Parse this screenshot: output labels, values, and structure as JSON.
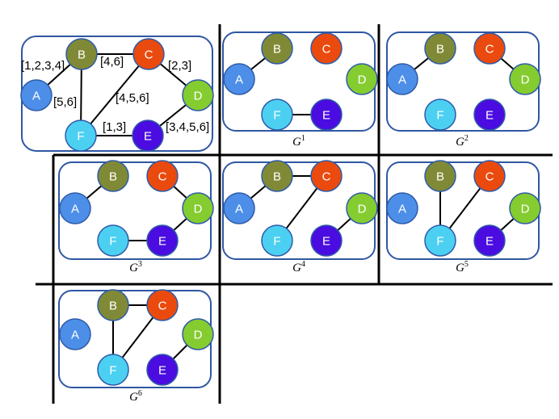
{
  "colors": {
    "A": "#4d8fe8",
    "B": "#808a36",
    "C": "#ea4a0d",
    "D": "#84cc2f",
    "E": "#4a0ce0",
    "F": "#4cd0f2",
    "panel_border": "#2f57a3",
    "node_border": "#2f5ba8",
    "edge": "#000000",
    "divider": "#000000"
  },
  "nodes": [
    {
      "id": "A",
      "label": "A"
    },
    {
      "id": "B",
      "label": "B"
    },
    {
      "id": "C",
      "label": "C"
    },
    {
      "id": "D",
      "label": "D"
    },
    {
      "id": "E",
      "label": "E"
    },
    {
      "id": "F",
      "label": "F"
    }
  ],
  "main_graph": {
    "edges": [
      {
        "from": "A",
        "to": "B",
        "label": "[1,2,3,4]"
      },
      {
        "from": "B",
        "to": "C",
        "label": "[4,6]"
      },
      {
        "from": "C",
        "to": "D",
        "label": "[2,3]"
      },
      {
        "from": "B",
        "to": "F",
        "label": "[5,6]"
      },
      {
        "from": "C",
        "to": "F",
        "label": "[4,5,6]"
      },
      {
        "from": "F",
        "to": "E",
        "label": "[1,3]"
      },
      {
        "from": "D",
        "to": "E",
        "label": "[3,4,5,6]"
      }
    ]
  },
  "snapshots": [
    {
      "id": "g1",
      "caption_base": "G",
      "caption_sup": "1",
      "edges": [
        [
          "A",
          "B"
        ],
        [
          "F",
          "E"
        ]
      ]
    },
    {
      "id": "g2",
      "caption_base": "G",
      "caption_sup": "2",
      "edges": [
        [
          "A",
          "B"
        ],
        [
          "C",
          "D"
        ]
      ]
    },
    {
      "id": "g3",
      "caption_base": "G",
      "caption_sup": "3",
      "edges": [
        [
          "A",
          "B"
        ],
        [
          "C",
          "D"
        ],
        [
          "F",
          "E"
        ],
        [
          "D",
          "E"
        ]
      ]
    },
    {
      "id": "g4",
      "caption_base": "G",
      "caption_sup": "4",
      "edges": [
        [
          "A",
          "B"
        ],
        [
          "B",
          "C"
        ],
        [
          "C",
          "F"
        ],
        [
          "D",
          "E"
        ]
      ]
    },
    {
      "id": "g5",
      "caption_base": "G",
      "caption_sup": "5",
      "edges": [
        [
          "B",
          "F"
        ],
        [
          "C",
          "F"
        ],
        [
          "D",
          "E"
        ]
      ]
    },
    {
      "id": "g6",
      "caption_base": "G",
      "caption_sup": "6",
      "edges": [
        [
          "B",
          "C"
        ],
        [
          "B",
          "F"
        ],
        [
          "C",
          "F"
        ],
        [
          "D",
          "E"
        ]
      ]
    }
  ]
}
